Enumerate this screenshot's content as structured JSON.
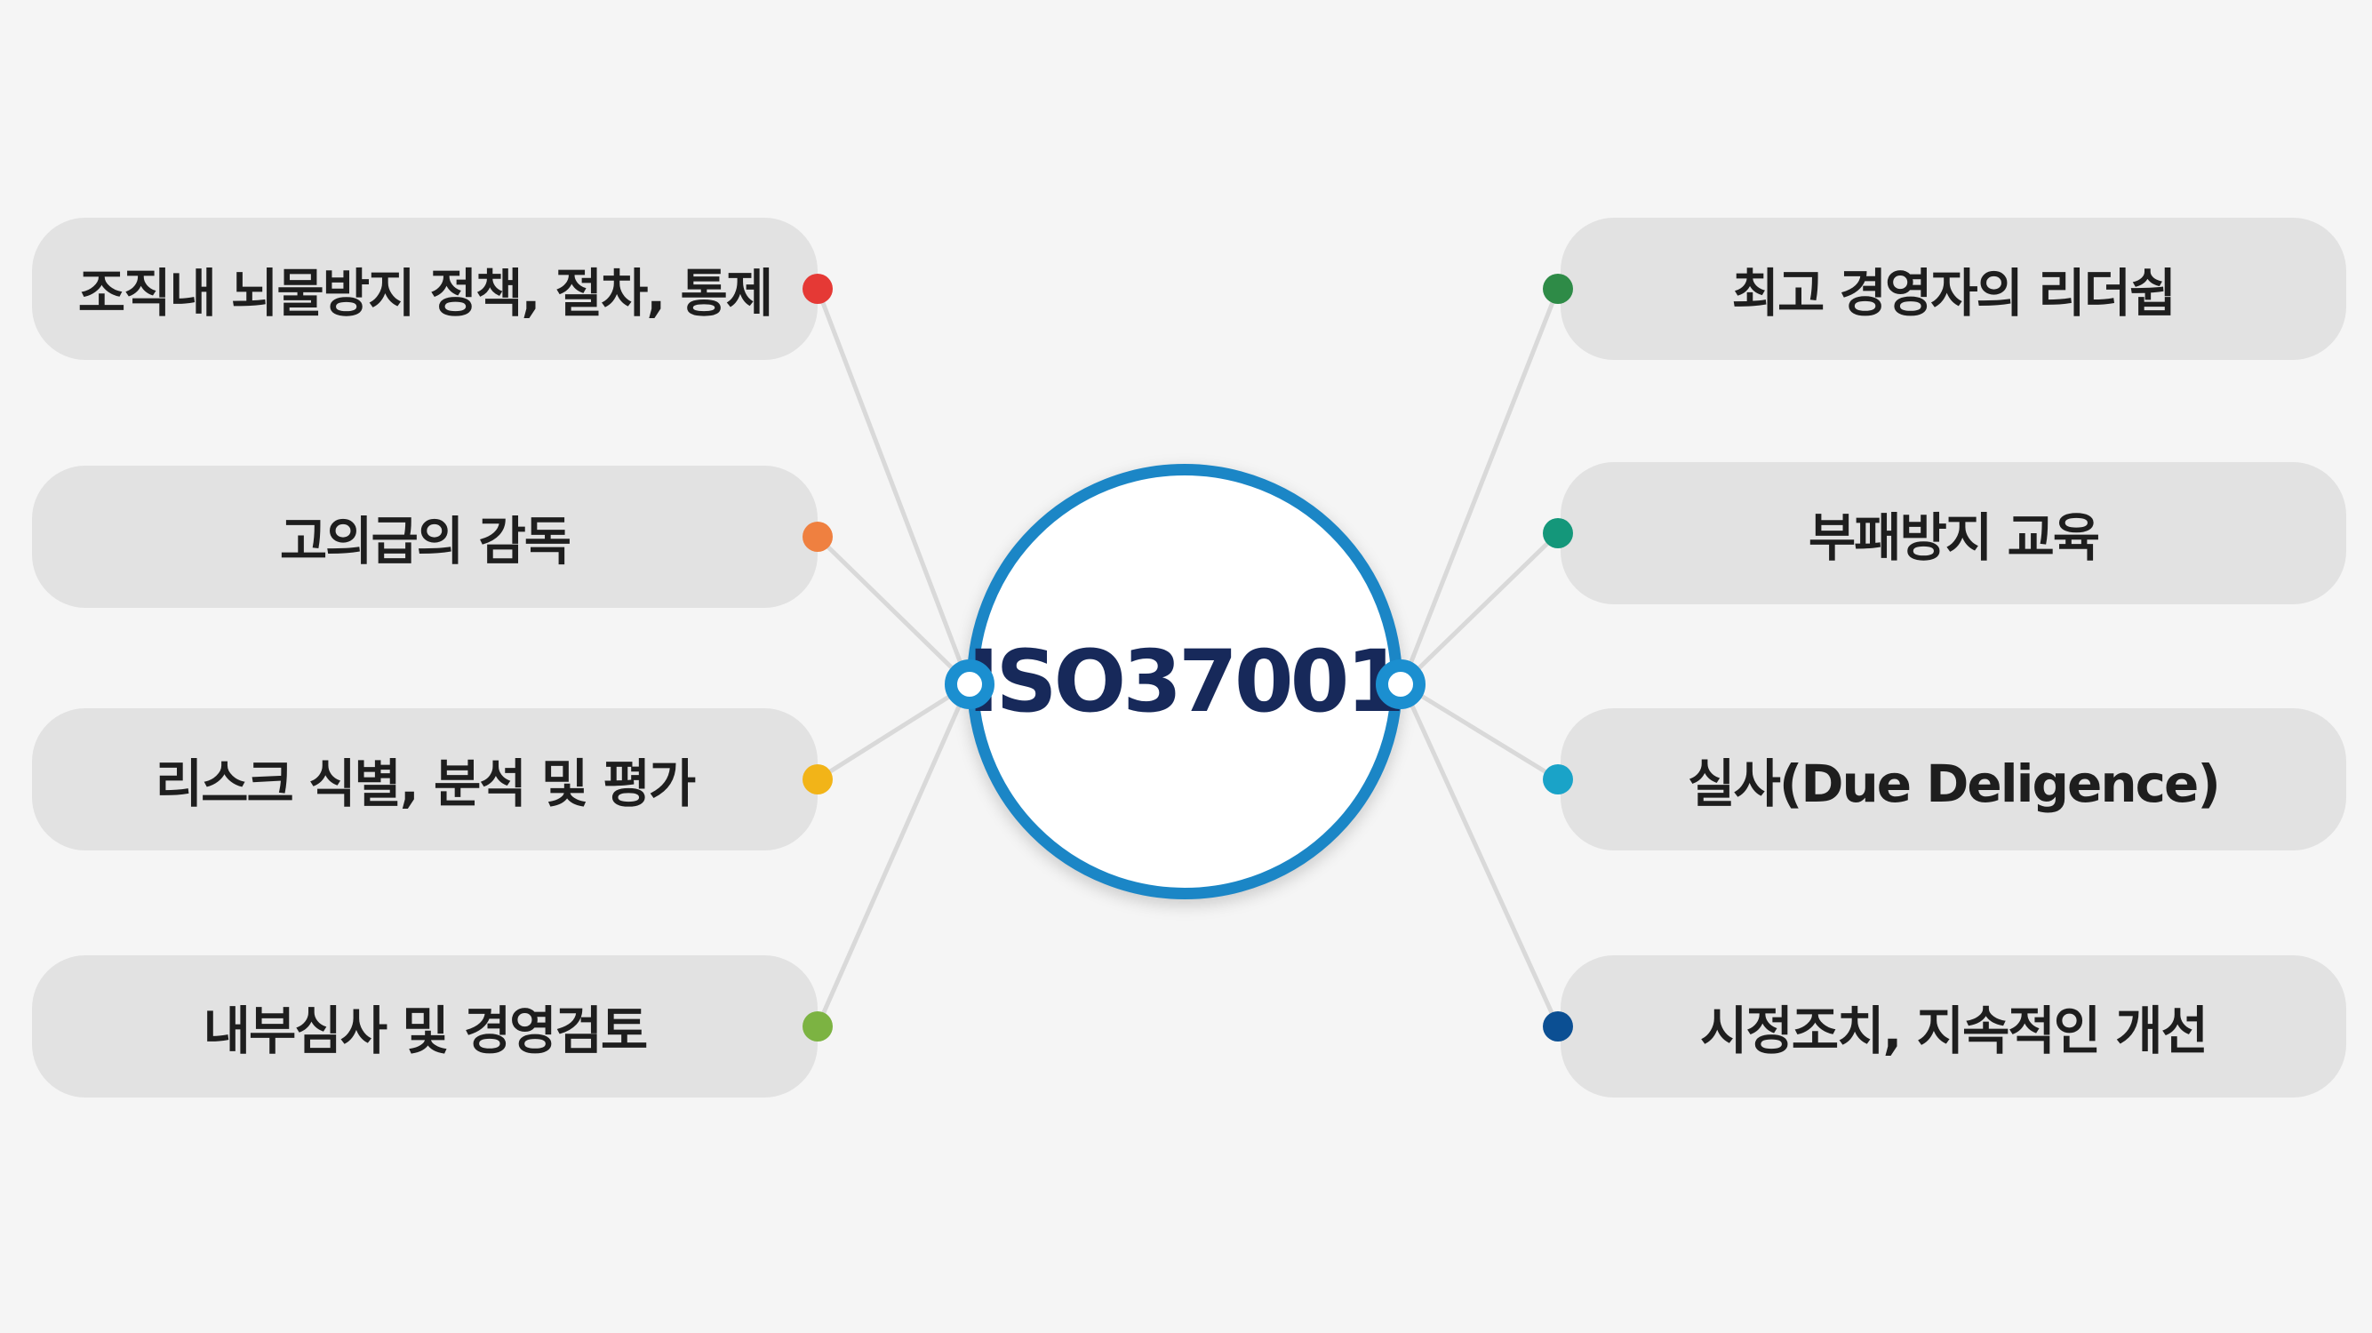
{
  "center": {
    "label": "ISO37001"
  },
  "left_items": [
    {
      "label": "조직내 뇌물방지 정책, 절차, 통제",
      "dot_color": "#e53935"
    },
    {
      "label": "고의급의 감독",
      "dot_color": "#ef8040"
    },
    {
      "label": "리스크 식별, 분석 및 평가",
      "dot_color": "#f2b418"
    },
    {
      "label": "내부심사 및 경영검토",
      "dot_color": "#7cb342"
    }
  ],
  "right_items": [
    {
      "label": "최고 경영자의 리더쉽",
      "dot_color": "#2e8b47"
    },
    {
      "label": "부패방지 교육",
      "dot_color": "#14977a"
    },
    {
      "label": "실사(Due Deligence)",
      "dot_color": "#1aa3c8"
    },
    {
      "label": "시정조치, 지속적인 개선",
      "dot_color": "#0b4f93"
    }
  ],
  "colors": {
    "background": "#f5f5f5",
    "pill": "#e2e2e2",
    "circle_border": "#1b86c6",
    "center_text": "#17295a",
    "connector": "#d9d9d9"
  }
}
